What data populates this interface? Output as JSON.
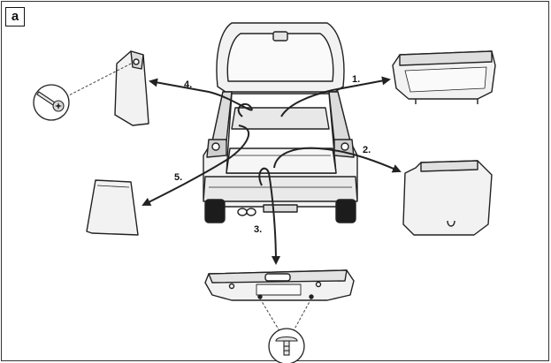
{
  "figure": {
    "panel_label": "a",
    "step_labels": [
      "1.",
      "2.",
      "3.",
      "4.",
      "5."
    ],
    "colors": {
      "line": "#222222",
      "part_fill": "#f2f2f2",
      "part_shadow": "#d9d9d9",
      "tire": "#1c1c1c"
    },
    "icons": [
      "torx-screw-icon",
      "push-clip-icon"
    ]
  }
}
